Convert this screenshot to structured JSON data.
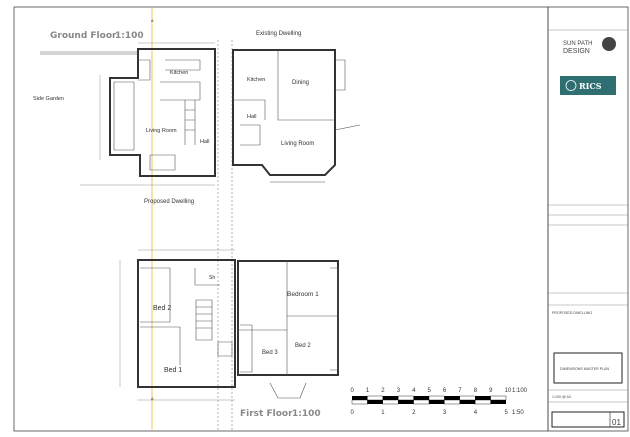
{
  "ground_floor": {
    "title": "Ground Floor",
    "scale": "1:100",
    "existing_label": "Existing Dwelling",
    "proposed_label": "Proposed Dwelling",
    "side_garden": "Side Garden",
    "proposed_rooms": [
      "Kitchen",
      "Living Room",
      "Hall"
    ],
    "existing_rooms": [
      "Kitchen",
      "Dining",
      "Hall",
      "Living Room"
    ]
  },
  "first_floor": {
    "title": "First Floor",
    "scale": "1:100",
    "proposed_rooms": [
      "Bed 2",
      "Bed 1",
      "Sh"
    ],
    "existing_rooms": [
      "Bedroom 1",
      "Bed 3",
      "Bed 2"
    ]
  },
  "section_marker": "A",
  "scale_bar": {
    "top_ticks": [
      "0",
      "1",
      "2",
      "3",
      "4",
      "5",
      "6",
      "7",
      "8",
      "9",
      "10"
    ],
    "top_scale": "1:100",
    "bottom_ticks": [
      "0",
      "1",
      "2",
      "3",
      "4",
      "5"
    ],
    "bottom_scale": "1:50"
  },
  "title_block": {
    "company": "SUN PATH",
    "company_sub": "DESIGN",
    "accreditation": "RICS",
    "project_title": "PROPOSED DWELLING",
    "drawing_title": "DIMENSIONS MASTER PLAN",
    "scale": "1:100 @ A3",
    "revision": "01"
  },
  "colors": {
    "section_line": "#e8d27a",
    "red_note": "#d33"
  }
}
